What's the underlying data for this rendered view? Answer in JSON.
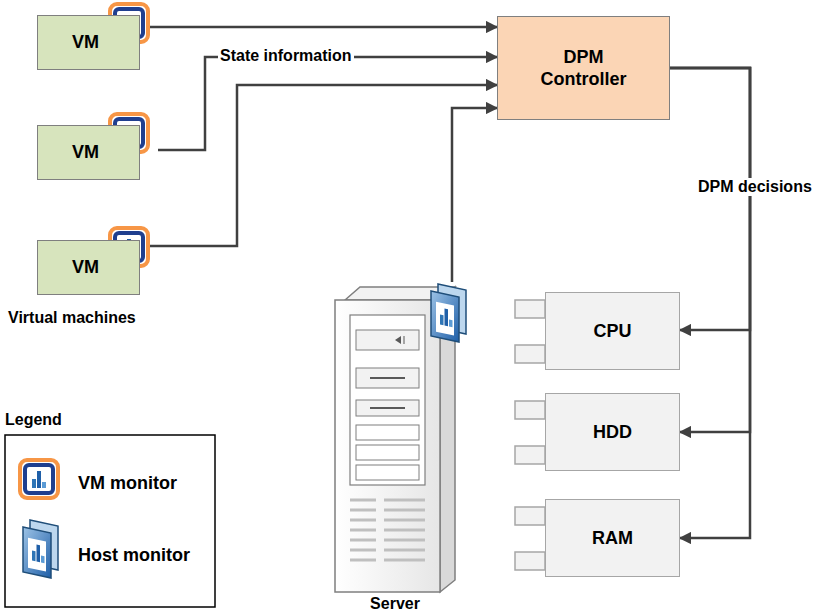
{
  "diagram": {
    "nodes": [
      {
        "text": [
          "VM"
        ]
      },
      {
        "text": [
          "DPM Controller"
        ]
      },
      {
        "text": [
          "VM"
        ]
      },
      {
        "text": [
          "VM"
        ]
      },
      {
        "text": [
          "Server"
        ]
      },
      {
        "text": [
          "CPU"
        ]
      },
      {
        "text": [
          "HDD"
        ]
      },
      {
        "text": [
          "RAM"
        ]
      }
    ],
    "edges": [
      {
        "from": 0,
        "to": 1,
        "arrow": "to"
      },
      {
        "from": 2,
        "to": 1,
        "arrow": "to",
        "label": "State information"
      },
      {
        "from": 3,
        "to": 1,
        "arrow": "to"
      },
      {
        "from": 4,
        "to": 1,
        "arrow": "to"
      },
      {
        "from": 1,
        "to": 5,
        "arrow": "to",
        "label": "DPM decisions"
      },
      {
        "from": 1,
        "to": 6,
        "arrow": "to"
      },
      {
        "from": 1,
        "to": 7,
        "arrow": "to"
      }
    ],
    "labels": [
      "Virtual machines",
      "Legend"
    ],
    "legend": [
      {
        "text": "VM monitor"
      },
      {
        "text": "Host monitor"
      }
    ]
  }
}
